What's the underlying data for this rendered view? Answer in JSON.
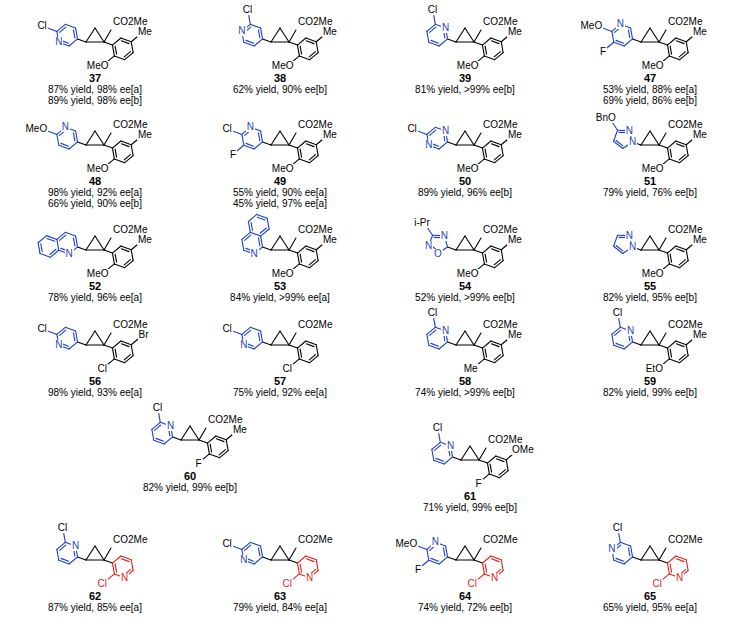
{
  "diagram": {
    "labels": [
      "N",
      "Cl",
      "CO2Me",
      "MeO",
      "Me",
      "37",
      "87% yield, 98% ee[a]",
      "89% yield, 98% ee[b]",
      "N",
      "Cl",
      "CO2Me",
      "MeO",
      "Me",
      "38",
      "62% yield, 90% ee[b]",
      "N",
      "Cl",
      "CO2Me",
      "MeO",
      "Me",
      "39",
      "81% yield, >99% ee[b]",
      "N",
      "MeO",
      "F",
      "CO2Me",
      "MeO",
      "Me",
      "47",
      "53% yield, 88% ee[a]",
      "69% yield, 86% ee[b]",
      "N",
      "MeO",
      "CO2Me",
      "MeO",
      "Me",
      "48",
      "98% yield, 92% ee[a]",
      "66% yield, 90% ee[b]",
      "N",
      "Cl",
      "F",
      "CO2Me",
      "MeO",
      "Me",
      "49",
      "55% yield, 90% ee[a]",
      "45% yield, 97% ee[a]",
      "N",
      "N",
      "Cl",
      "CO2Me",
      "MeO",
      "Me",
      "50",
      "89% yield, 96% ee[b]",
      "N",
      "N",
      "BnO",
      "CO2Me",
      "MeO",
      "Me",
      "51",
      "79% yield, 76% ee[b]",
      "N",
      "CO2Me",
      "MeO",
      "Me",
      "52",
      "78% yield, 96% ee[a]",
      "N",
      "CO2Me",
      "MeO",
      "Me",
      "53",
      "84% yield, >99% ee[a]",
      "O",
      "N",
      "N",
      "i-Pr",
      "CO2Me",
      "MeO",
      "Me",
      "54",
      "52% yield, >99% ee[b]",
      "N",
      "N",
      "CO2Me",
      "MeO",
      "Me",
      "55",
      "82% yield, 95% ee[b]",
      "N",
      "Cl",
      "CO2Me",
      "Cl",
      "Br",
      "56",
      "98% yield, 93% ee[a]",
      "N",
      "Cl",
      "CO2Me",
      "Cl",
      "57",
      "75% yield, 92% ee[a]",
      "N",
      "Cl",
      "CO2Me",
      "Me",
      "Me",
      "58",
      "74% yield, >99% ee[b]",
      "N",
      "Cl",
      "CO2Me",
      "EtO",
      "Me",
      "59",
      "82% yield, 99% ee[b]",
      "N",
      "Cl",
      "CO2Me",
      "F",
      "Me",
      "60",
      "82% yield, 99% ee[b]",
      "N",
      "Cl",
      "CO2Me",
      "F",
      "OMe",
      "61",
      "71% yield, 99% ee[b]",
      "N",
      "Cl",
      "CO2Me",
      "N",
      "Cl",
      "62",
      "87% yield, 85% ee[a]",
      "N",
      "Cl",
      "CO2Me",
      "N",
      "Cl",
      "63",
      "79% yield, 84% ee[a]",
      "N",
      "MeO",
      "F",
      "CO2Me",
      "N",
      "Cl",
      "64",
      "74% yield, 72% ee[b]",
      "N",
      "Cl",
      "CO2Me",
      "N",
      "Cl",
      "65",
      "65% yield, 95% ee[a]"
    ]
  }
}
